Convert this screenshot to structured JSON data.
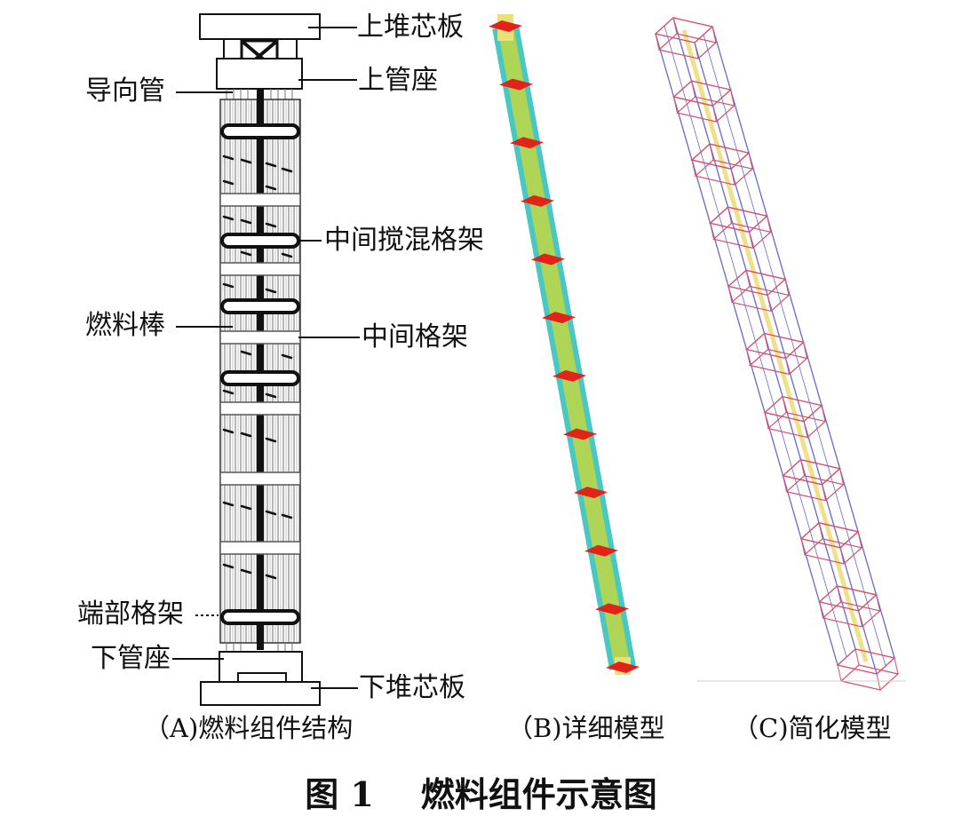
{
  "panel_a": {
    "labels": {
      "upper_core_plate": "上堆芯板",
      "upper_nozzle": "上管座",
      "guide_tube": "导向管",
      "mixing_grid": "中间搅混格架",
      "fuel_rod": "燃料棒",
      "mid_grid": "中间格架",
      "end_grid": "端部格架",
      "lower_nozzle": "下管座",
      "lower_core_plate": "下堆芯板"
    },
    "subtitle": "（A)燃料组件结构"
  },
  "panel_b": {
    "subtitle": "（B)详细模型",
    "colors": {
      "body": "#49c7c2",
      "core": "#b9d64a",
      "grid": "#e2231a"
    }
  },
  "panel_c": {
    "subtitle": "（C)简化模型",
    "colors": {
      "frame": "#6a66d0",
      "grid": "#d4506a",
      "center": "#f0e08a"
    }
  },
  "figure_caption": "图 1    燃料组件示意图"
}
